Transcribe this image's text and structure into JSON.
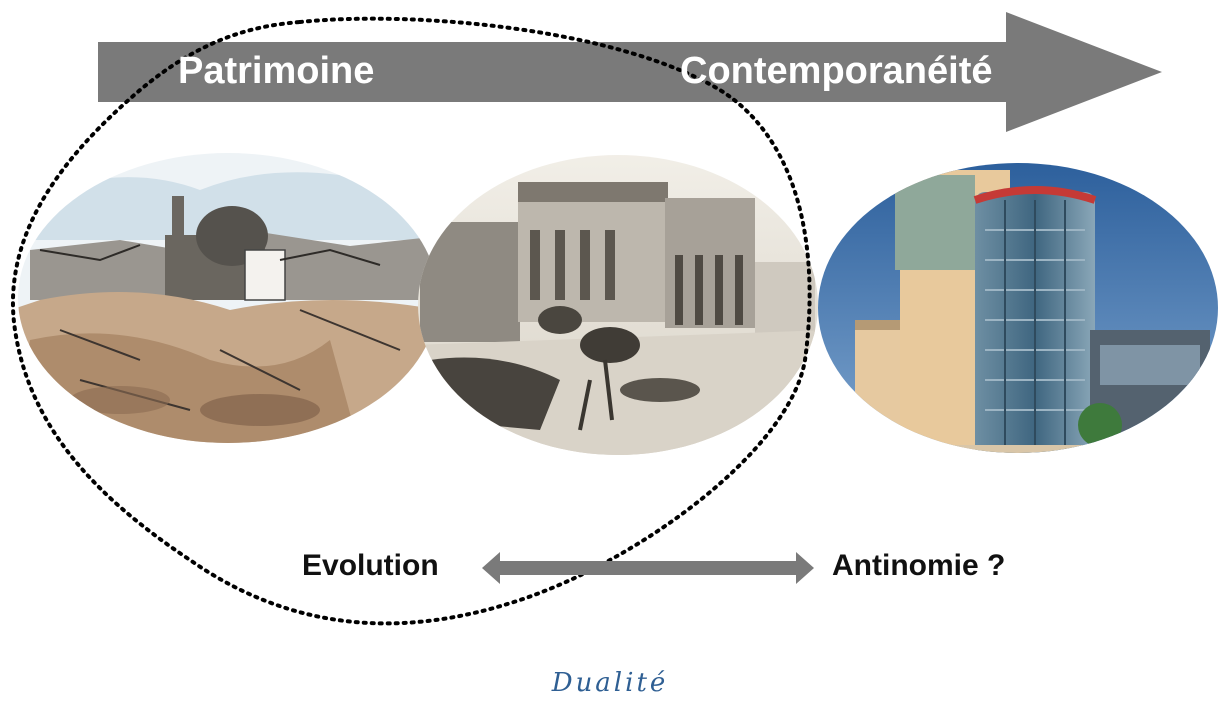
{
  "main_arrow": {
    "left_label": "Patrimoine",
    "right_label": "Contemporanéité",
    "color": "#7a7a7a"
  },
  "images": [
    {
      "name": "sketch-old-medina",
      "description_icon": "watercolor-sketch-illustration"
    },
    {
      "name": "colonial-building-photo",
      "description_icon": "sepia-photo-illustration"
    },
    {
      "name": "modern-tower-photo",
      "description_icon": "modern-building-illustration"
    }
  ],
  "relation": {
    "left_label": "Evolution",
    "right_label": "Antinomie ?",
    "arrow_color": "#7a7a7a"
  },
  "caption": "Dualité",
  "colors": {
    "caption": "#2f5f93",
    "sky": "#3f6fa6",
    "glass": "#4a7090"
  }
}
